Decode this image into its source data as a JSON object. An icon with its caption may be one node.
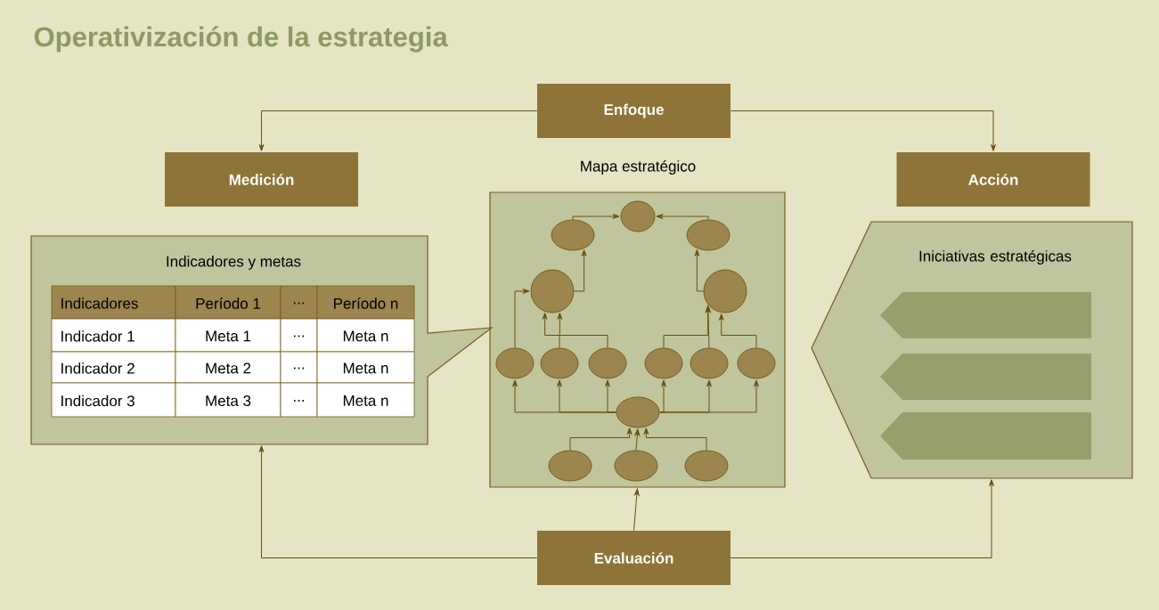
{
  "diagram": {
    "title": "Operativización de la estrategia",
    "nodes": [
      {
        "text": [
          "Enfoque"
        ]
      },
      {
        "text": [
          "Medición"
        ]
      },
      {
        "text": [
          "Mapa estratégico"
        ]
      },
      {
        "text": [
          "Acción"
        ]
      },
      {
        "text": [
          "Indicadores y metas"
        ]
      },
      {
        "text": [],
        "shape": "ellipse",
        "in": 2
      },
      {
        "text": [],
        "shape": "ellipse",
        "in": 2
      },
      {
        "text": [],
        "shape": "ellipse",
        "in": 2
      },
      {
        "text": [],
        "shape": "circle",
        "in": 2
      },
      {
        "text": [],
        "shape": "circle",
        "in": 2
      },
      {
        "text": [],
        "shape": "ellipse",
        "in": 2
      },
      {
        "text": [],
        "shape": "ellipse",
        "in": 2
      },
      {
        "text": [],
        "shape": "ellipse",
        "in": 2
      },
      {
        "text": [],
        "shape": "ellipse",
        "in": 2
      },
      {
        "text": [],
        "shape": "ellipse",
        "in": 2
      },
      {
        "text": [],
        "shape": "ellipse",
        "in": 2
      },
      {
        "text": [],
        "shape": "ellipse",
        "in": 2
      },
      {
        "text": [],
        "shape": "ellipse",
        "in": 2
      },
      {
        "text": [],
        "shape": "ellipse",
        "in": 2
      },
      {
        "text": [],
        "shape": "ellipse",
        "in": 2
      },
      {
        "text": [
          "Iniciativas estratégicas"
        ]
      },
      {
        "text": [],
        "shape": "banner",
        "in": 20
      },
      {
        "text": [],
        "shape": "banner",
        "in": 20
      },
      {
        "text": [],
        "shape": "banner",
        "in": 20
      },
      {
        "text": [
          "Evaluación"
        ]
      }
    ],
    "edges": [
      {
        "from": 0,
        "to": 1,
        "arrow": "to"
      },
      {
        "from": 0,
        "to": 3,
        "arrow": "to"
      },
      {
        "from": 6,
        "to": 5,
        "arrow": "to"
      },
      {
        "from": 7,
        "to": 5,
        "arrow": "to"
      },
      {
        "from": 8,
        "to": 6,
        "arrow": "to"
      },
      {
        "from": 9,
        "to": 7,
        "arrow": "to"
      },
      {
        "from": 10,
        "to": 8,
        "arrow": "to"
      },
      {
        "from": 11,
        "to": 8,
        "arrow": "to"
      },
      {
        "from": 12,
        "to": 8,
        "arrow": "to"
      },
      {
        "from": 13,
        "to": 9,
        "arrow": "to"
      },
      {
        "from": 14,
        "to": 9,
        "arrow": "to"
      },
      {
        "from": 15,
        "to": 9,
        "arrow": "to"
      },
      {
        "from": 16,
        "to": 10,
        "arrow": "to"
      },
      {
        "from": 16,
        "to": 11,
        "arrow": "to"
      },
      {
        "from": 16,
        "to": 12,
        "arrow": "to"
      },
      {
        "from": 16,
        "to": 13,
        "arrow": "to"
      },
      {
        "from": 16,
        "to": 14,
        "arrow": "to"
      },
      {
        "from": 16,
        "to": 15,
        "arrow": "to"
      },
      {
        "from": 17,
        "to": 16,
        "arrow": "to"
      },
      {
        "from": 18,
        "to": 16,
        "arrow": "to"
      },
      {
        "from": 19,
        "to": 16,
        "arrow": "to"
      },
      {
        "from": 24,
        "to": 2,
        "arrow": "to"
      },
      {
        "from": 24,
        "to": 4,
        "arrow": "to"
      },
      {
        "from": 24,
        "to": 20,
        "arrow": "to"
      }
    ],
    "labels": [
      "Indicadores",
      "Período 1",
      "...",
      "Período n",
      "Indicador 1",
      "Meta 1",
      "...",
      "Meta n",
      "Indicador 2",
      "Meta 2",
      "...",
      "Meta n",
      "Indicador 3",
      "Meta 3",
      "...",
      "Meta n"
    ]
  }
}
